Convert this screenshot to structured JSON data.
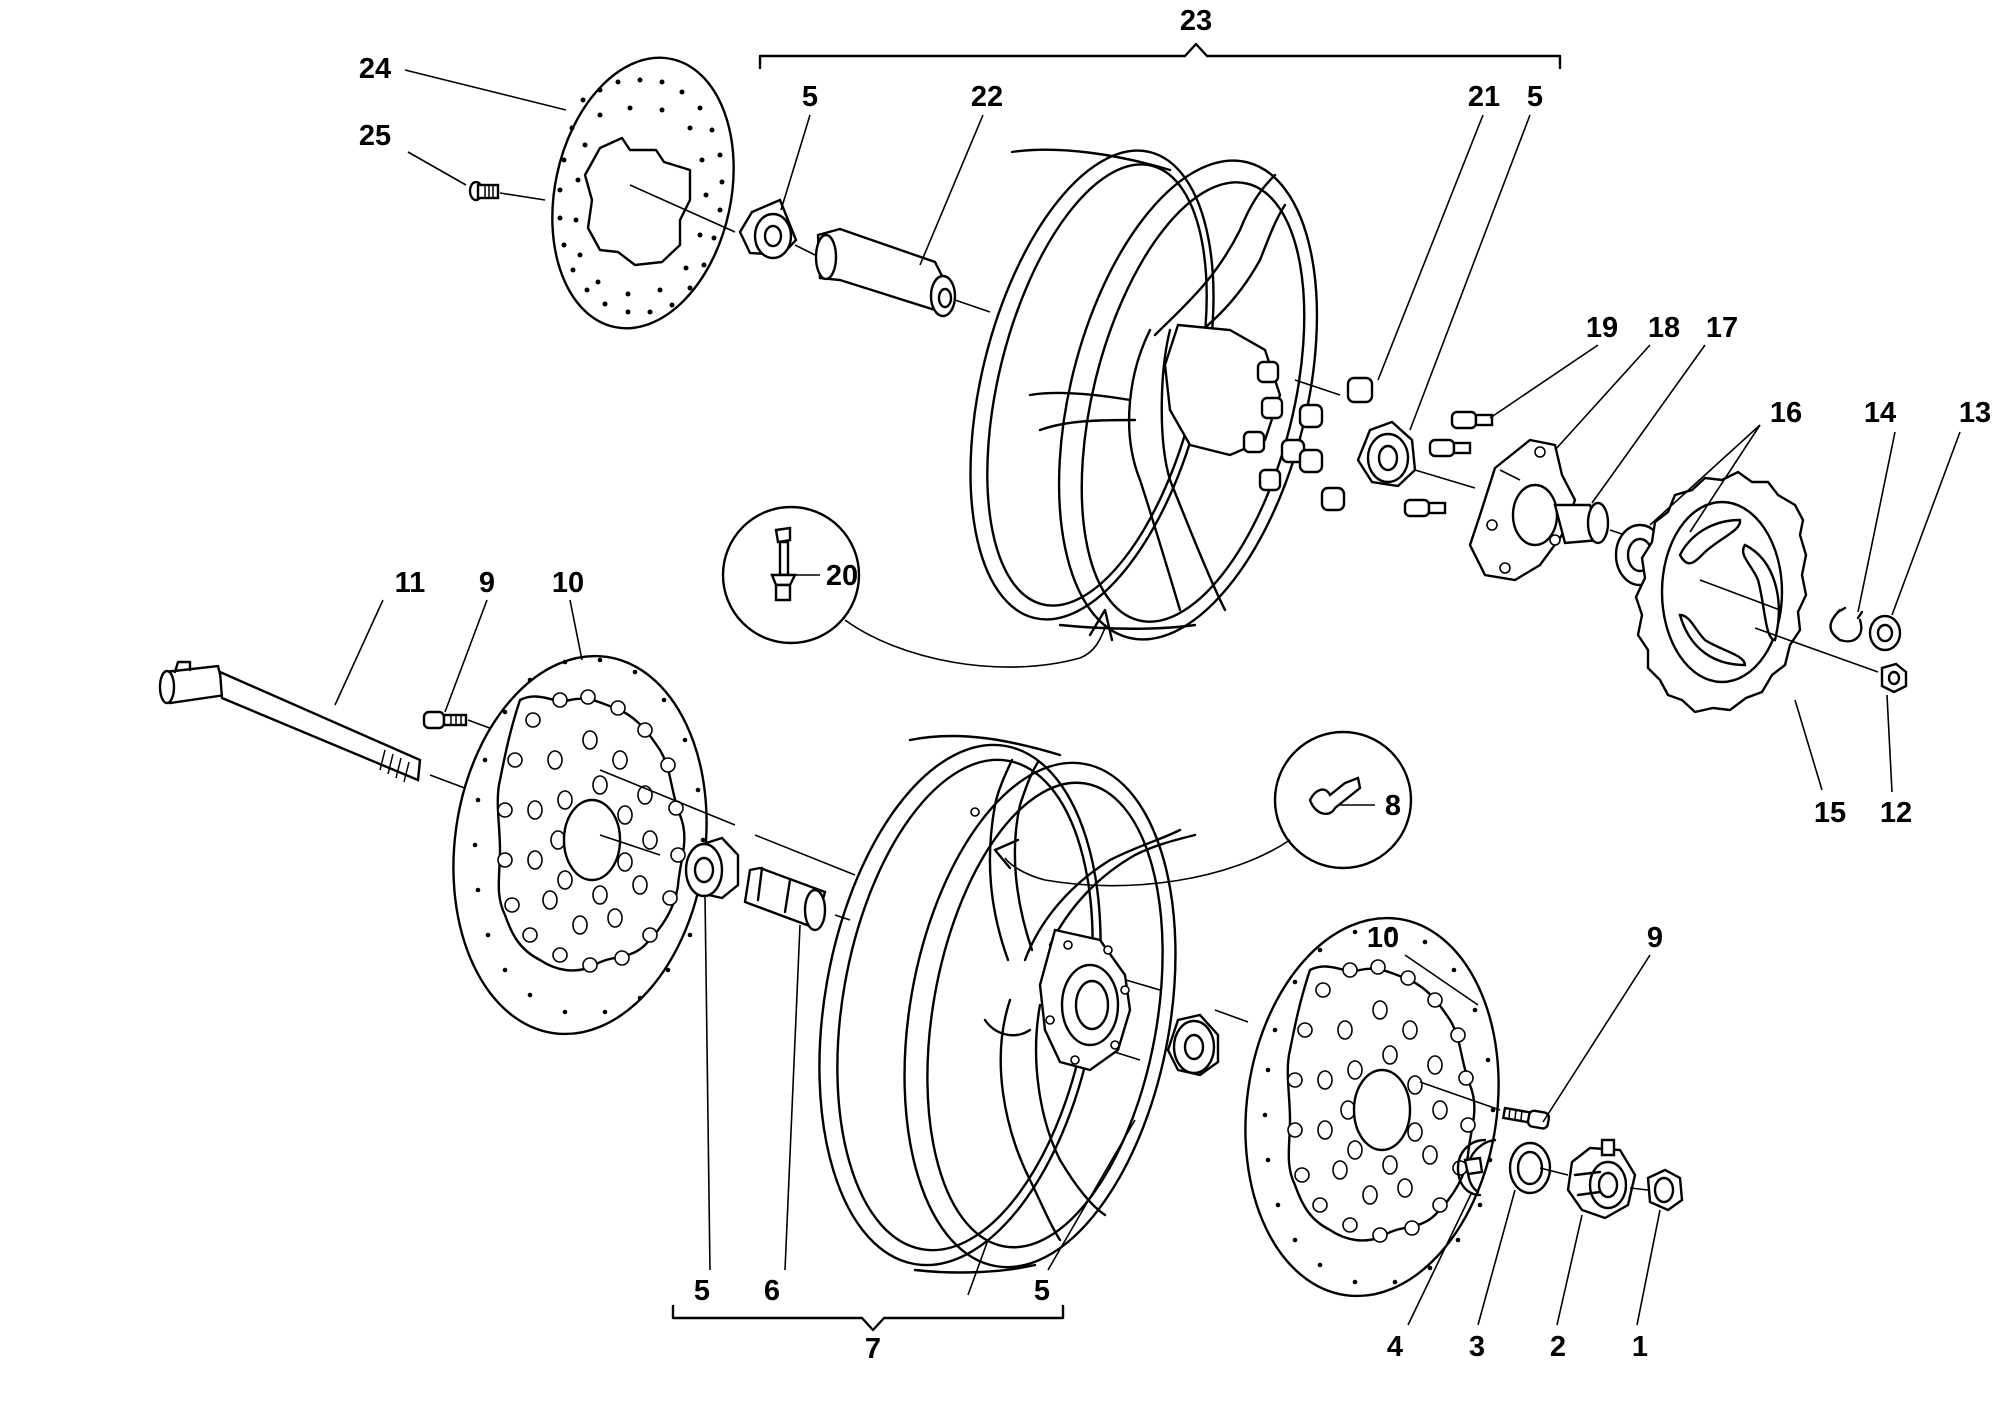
{
  "callouts": [
    {
      "id": "c1",
      "text": "1"
    },
    {
      "id": "c2",
      "text": "2"
    },
    {
      "id": "c3",
      "text": "3"
    },
    {
      "id": "c4",
      "text": "4"
    },
    {
      "id": "c5a",
      "text": "5"
    },
    {
      "id": "c5b",
      "text": "5"
    },
    {
      "id": "c5c",
      "text": "5"
    },
    {
      "id": "c5d",
      "text": "5"
    },
    {
      "id": "c6",
      "text": "6"
    },
    {
      "id": "c7",
      "text": "7"
    },
    {
      "id": "c8",
      "text": "8"
    },
    {
      "id": "c9a",
      "text": "9"
    },
    {
      "id": "c9b",
      "text": "9"
    },
    {
      "id": "c10a",
      "text": "10"
    },
    {
      "id": "c10b",
      "text": "10"
    },
    {
      "id": "c11",
      "text": "11"
    },
    {
      "id": "c12",
      "text": "12"
    },
    {
      "id": "c13",
      "text": "13"
    },
    {
      "id": "c14",
      "text": "14"
    },
    {
      "id": "c15",
      "text": "15"
    },
    {
      "id": "c16",
      "text": "16"
    },
    {
      "id": "c17",
      "text": "17"
    },
    {
      "id": "c18",
      "text": "18"
    },
    {
      "id": "c19",
      "text": "19"
    },
    {
      "id": "c20",
      "text": "20"
    },
    {
      "id": "c21",
      "text": "21"
    },
    {
      "id": "c22",
      "text": "22"
    },
    {
      "id": "c23",
      "text": "23"
    },
    {
      "id": "c24",
      "text": "24"
    },
    {
      "id": "c25",
      "text": "25"
    }
  ]
}
